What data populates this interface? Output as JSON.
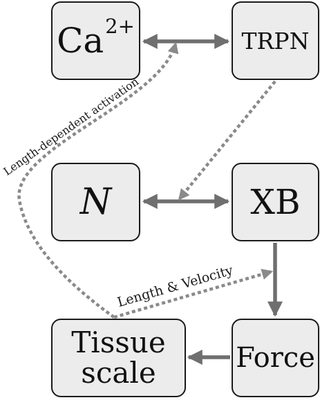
{
  "nodes": {
    "calcium": {
      "base": "Ca",
      "superscript": "2+"
    },
    "trpn": {
      "label": "TRPN"
    },
    "n": {
      "label": "N"
    },
    "xb": {
      "label": "XB"
    },
    "tissue": {
      "line1": "Tissue",
      "line2": "scale"
    },
    "force": {
      "label": "Force"
    }
  },
  "edges": {
    "length_dependent_activation": "Length-dependent activation",
    "length_velocity": "Length & Velocity"
  },
  "colors": {
    "arrow": "#6f6f6f",
    "dotted": "#8a8a8a",
    "node_fill": "#ececec",
    "node_border": "#1a1a1a"
  }
}
